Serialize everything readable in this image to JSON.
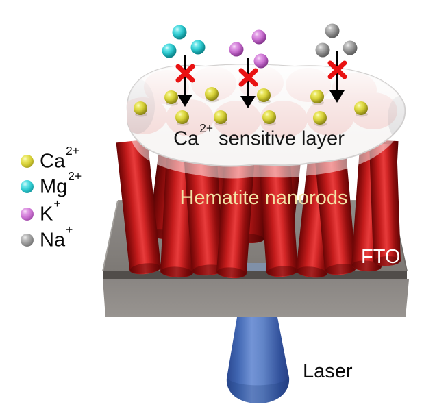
{
  "legend": {
    "items": [
      {
        "id": "calcium",
        "base": "Ca",
        "sup": "2+",
        "color": "#d6d037"
      },
      {
        "id": "magnesium",
        "base": "Mg",
        "sup": "2+",
        "color": "#2fcad0"
      },
      {
        "id": "potassium",
        "base": "K",
        "sup": "+",
        "color": "#cc74d3"
      },
      {
        "id": "sodium",
        "base": "Na",
        "sup": "+",
        "color": "#9a9a9a"
      }
    ]
  },
  "labels": {
    "sensitive_layer": {
      "base": "Ca",
      "sup": "2+",
      "rest": " sensitive layer"
    },
    "nanorods": "Hematite nanorods",
    "substrate": "FTO",
    "laser": "Laser"
  },
  "annotations": {
    "blocked_ion_clusters": [
      {
        "ion": "Mg2+",
        "count": 3,
        "blocked": true
      },
      {
        "ion": "K+",
        "count": 3,
        "blocked": true
      },
      {
        "ion": "Na+",
        "count": 3,
        "blocked": true
      }
    ],
    "calcium_ions_on_layer": 10,
    "cross_color": "#e91212",
    "arrow_color": "#000000"
  },
  "colors": {
    "nanorod_red": "#d42222",
    "rod_top_pink": "#f3d7d5",
    "sensitive_layer_white": "#f7f5f4",
    "substrate_gray": "#8a8683",
    "substrate_edge_dark": "#514d4a",
    "laser_blue": "#5a7ec6",
    "nanorods_label_text": "#f2e3a6",
    "fto_label_text": "#ffffff",
    "background": "#ffffff"
  }
}
